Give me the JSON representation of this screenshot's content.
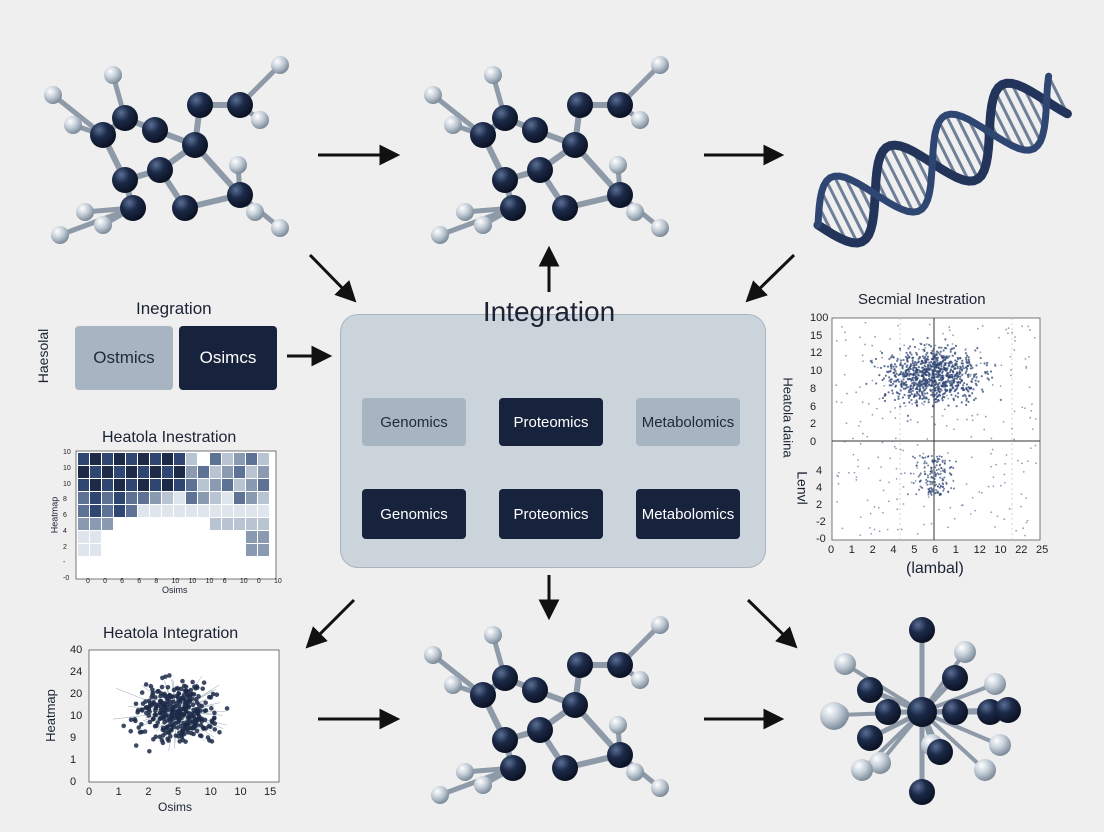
{
  "center_panel": {
    "title": "Integration",
    "top_row": [
      "Genomics",
      "Proteomics",
      "Metabolomics"
    ],
    "bottom_row": [
      "Genomics",
      "Proteomics",
      "Metabolomics"
    ]
  },
  "left_mid_panel": {
    "title": "Inegration",
    "side_label": "Haesolal",
    "box_light": "Ostmics",
    "box_dark": "Osimcs"
  },
  "charts": {
    "heatmap": {
      "title": "Heatola Inestration",
      "ylabel": "Heatmap",
      "xlabel": "Osims",
      "y_ticks": [
        "10",
        "10",
        "10",
        "8",
        "6",
        "4",
        "2",
        "-",
        "-0"
      ],
      "x_ticks": [
        "0",
        "0",
        "6",
        "6",
        "8",
        "10",
        "10",
        "10",
        "6",
        "10",
        "0",
        "10"
      ]
    },
    "scatter_right": {
      "title": "Secmial Inestration",
      "ylabel_top": "Heatola daina",
      "ylabel_bottom": "Lenvl",
      "xlabel": "(lambal)",
      "y_ticks_top": [
        "100",
        "15",
        "12",
        "10",
        "8",
        "6",
        "2",
        "0"
      ],
      "y_ticks_bottom": [
        "4",
        "4",
        "2",
        "-2",
        "-0"
      ],
      "x_ticks": [
        "0",
        "1",
        "2",
        "4",
        "5",
        "6",
        "1",
        "12",
        "10",
        "22",
        "25"
      ]
    },
    "scatter_bottom_left": {
      "title": "Heatola Integration",
      "ylabel": "Heatmap",
      "xlabel": "Osims",
      "y_ticks": [
        "40",
        "24",
        "20",
        "10",
        "9",
        "1",
        "0"
      ],
      "x_ticks": [
        "0",
        "1",
        "2",
        "5",
        "10",
        "10",
        "15"
      ]
    }
  },
  "colors": {
    "dark_navy": "#17223d",
    "light_gray_blue": "#a7b4c1",
    "atom_dark": "#1c2a48",
    "atom_light": "#c4ced8",
    "background": "#efefef"
  },
  "icons": [
    "molecule-icon",
    "dna-helix-icon",
    "arrow-icon"
  ]
}
